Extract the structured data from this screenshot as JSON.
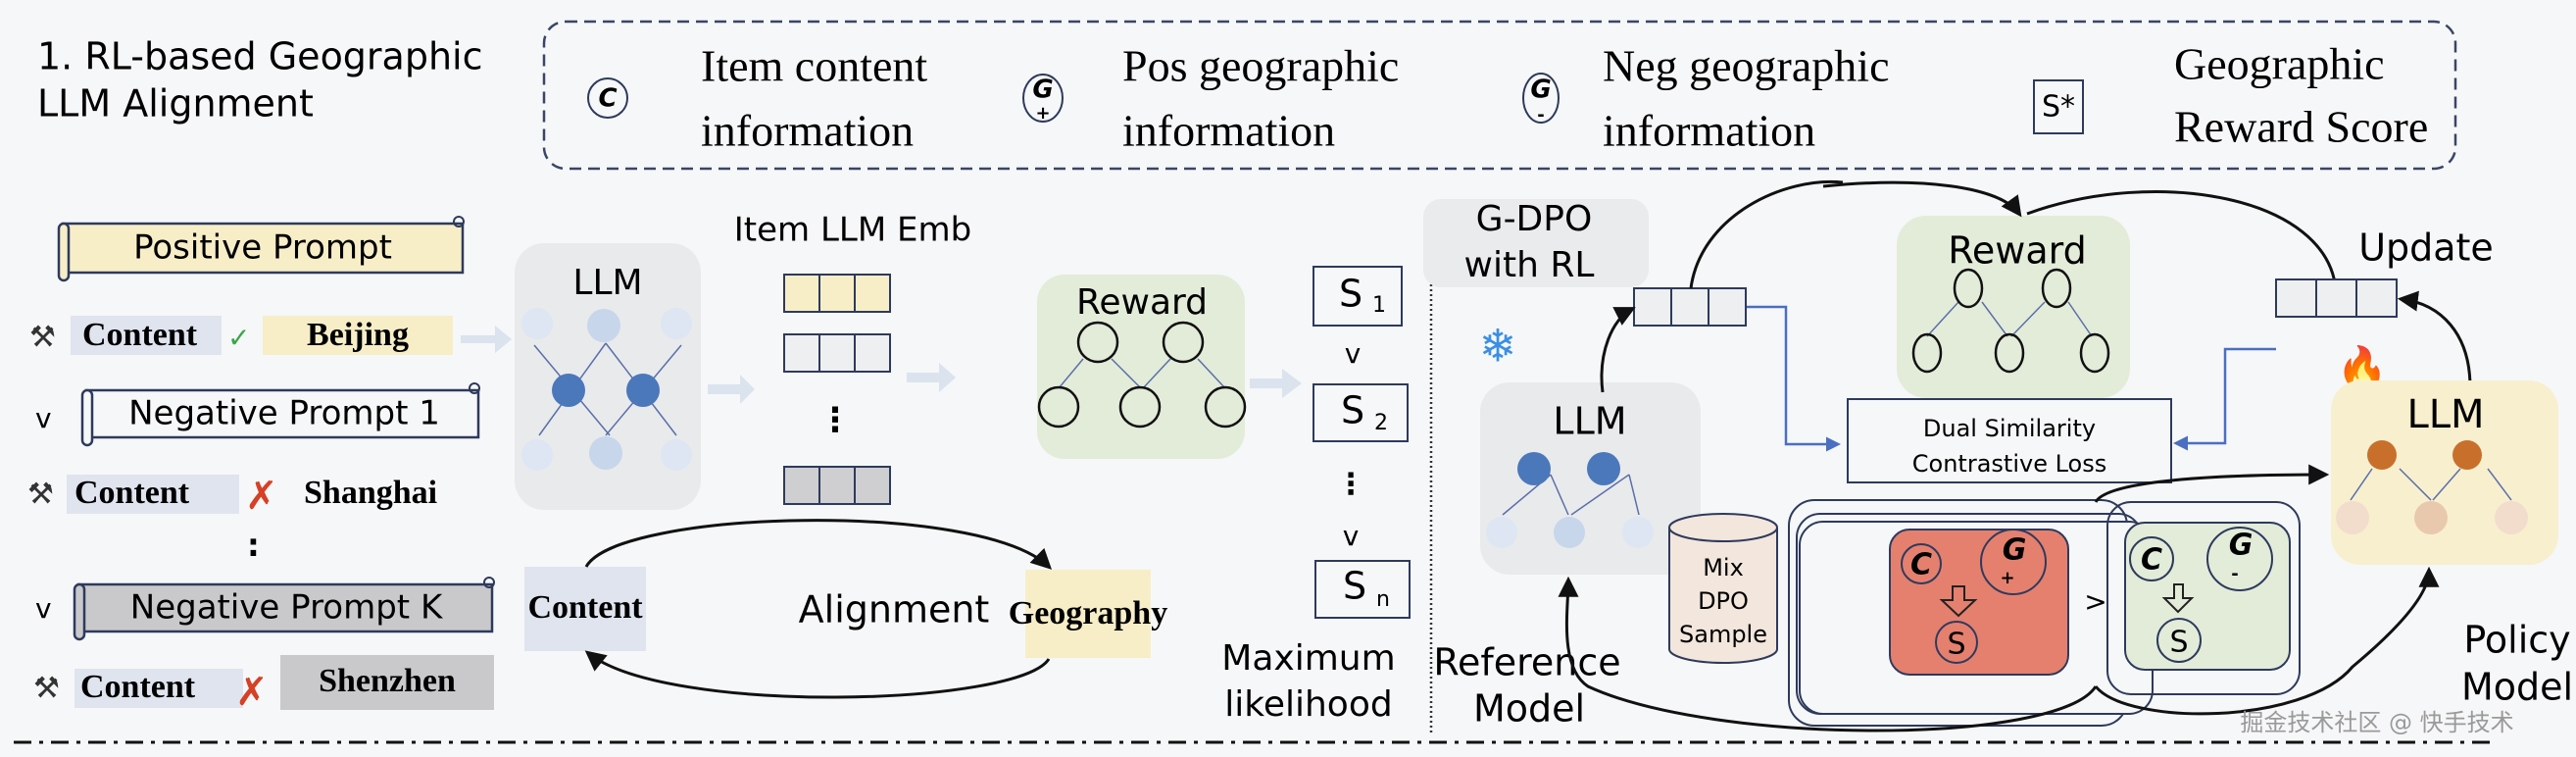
{
  "title": {
    "line1": "1.  RL-based Geographic",
    "line2": "LLM Alignment"
  },
  "legend": [
    {
      "symbol": "C",
      "sub": "",
      "line1": "Item content",
      "line2": "information",
      "icon": "content-circle-icon"
    },
    {
      "symbol": "G",
      "sub": "+",
      "line1": "Pos geographic",
      "line2": "information",
      "icon": "pos-geo-circle-icon"
    },
    {
      "symbol": "G",
      "sub": "-",
      "line1": "Neg geographic",
      "line2": "information",
      "icon": "neg-geo-circle-icon"
    },
    {
      "symbol": "S*",
      "sub": "",
      "line1": "Geographic",
      "line2": "Reward Score",
      "icon": "reward-score-box-icon"
    }
  ],
  "prompts": {
    "positive": "Positive Prompt",
    "negative1": "Negative Prompt 1",
    "negativeK": "Negative Prompt K",
    "ellipsis": ":",
    "gt": "v",
    "rows": [
      {
        "content": "Content",
        "mark": "check",
        "geo": "Beijing"
      },
      {
        "content": "Content",
        "mark": "cross",
        "geo": "Shanghai"
      },
      {
        "content": "Content",
        "mark": "cross",
        "geo": "Shenzhen"
      }
    ]
  },
  "stage1": {
    "llm_label": "LLM",
    "emb_label": "Item LLM Emb",
    "emb_ellipsis": "⋮",
    "reward_label": "Reward",
    "scores": [
      "S",
      "S",
      "S"
    ],
    "score_subs": [
      "1",
      "2",
      "n"
    ],
    "score_gt": "v",
    "score_ellipsis": "⋮",
    "content_box": "Content",
    "alignment": "Alignment",
    "geography_box": "Geography",
    "max_line1": "Maximum",
    "max_line2": "likelihood"
  },
  "stage2": {
    "gdpo_line1": "G-DPO",
    "gdpo_line2": "with RL",
    "ref_llm": "LLM",
    "ref_line1": "Reference",
    "ref_line2": "Model",
    "reward_label": "Reward",
    "update_label": "Update",
    "loss_line1": "Dual Similarity",
    "loss_line2": "Contrastive Loss",
    "sample_line1": "Mix",
    "sample_line2": "DPO",
    "sample_line3": "Sample",
    "pos_c": "C",
    "pos_g": "G",
    "pos_sign": "+",
    "pos_s": "S",
    "compare": ">",
    "neg_c": "C",
    "neg_g": "G",
    "neg_sign": "-",
    "neg_s": "S",
    "policy_llm": "LLM",
    "policy_line1": "Policy",
    "policy_line2": "Model"
  },
  "watermark": "掘金技术社区 @ 快手技术",
  "colors": {
    "yellow": "#f7eec8",
    "blueGrey": "#dfe4ef",
    "grey": "#c9c9cc",
    "green": "#e3ecd9",
    "llmBox": "#e9eaec",
    "nodeBlue": "#4a78bb",
    "nodeLight": "#c7d6ea",
    "nodeFaint": "#dde6f2",
    "red": "#e5806f",
    "orange": "#c8702b",
    "policyBox": "#f8efcf",
    "border": "#2e3a5c",
    "loss_arrow": "#4a6fc0"
  }
}
